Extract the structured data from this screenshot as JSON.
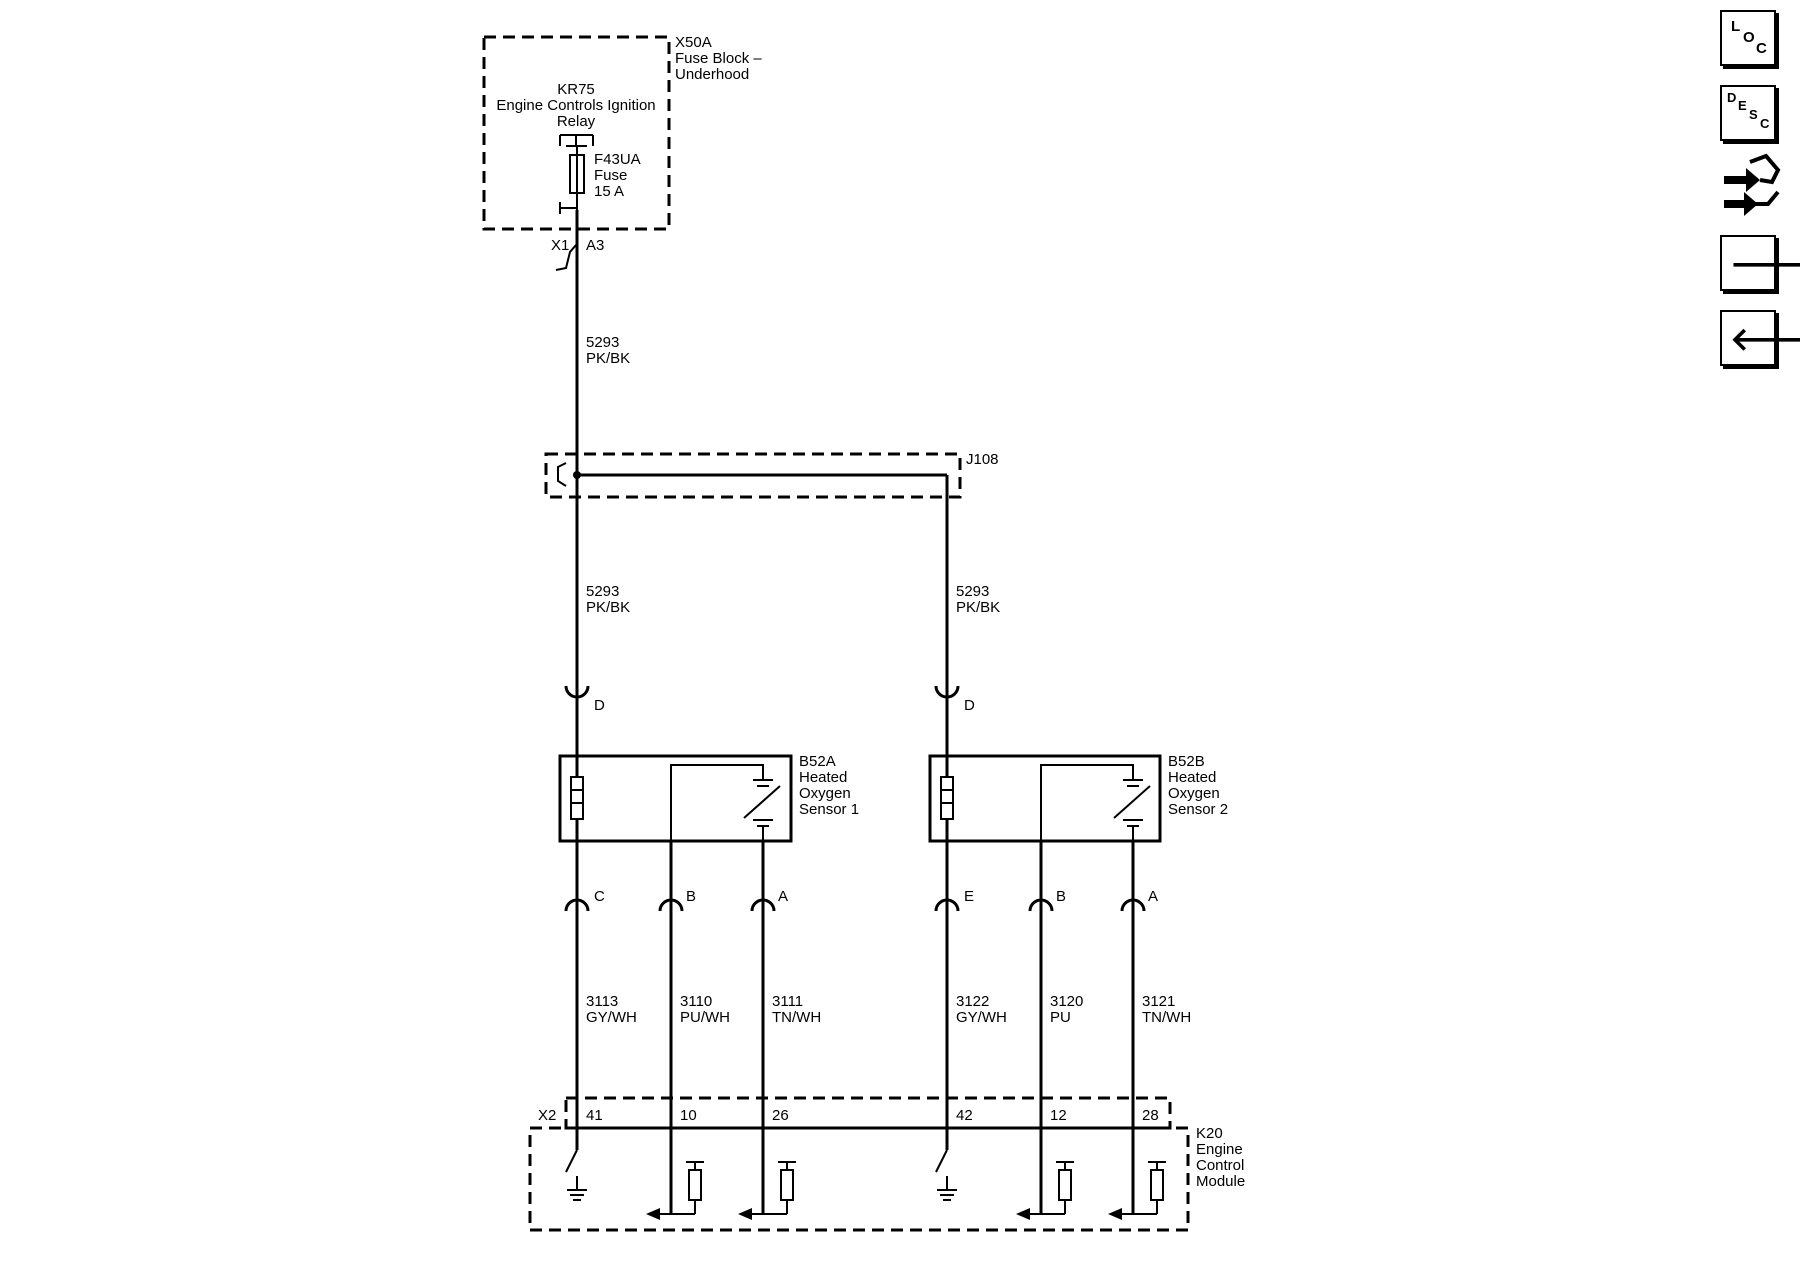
{
  "components": {
    "fuse_block": {
      "id": "X50A",
      "name_line1": "Fuse Block –",
      "name_line2": "Underhood"
    },
    "relay": {
      "id": "KR75",
      "name_line1": "Engine Controls Ignition",
      "name_line2": "Relay"
    },
    "fuse": {
      "id": "F43UA",
      "line2": "Fuse",
      "line3": "15 A"
    },
    "connector_x1": {
      "id": "X1",
      "pin": "A3"
    },
    "splice": {
      "id": "J108"
    },
    "sensor1": {
      "id": "B52A",
      "line1": "Heated",
      "line2": "Oxygen",
      "line3": "Sensor 1"
    },
    "sensor2": {
      "id": "B52B",
      "line1": "Heated",
      "line2": "Oxygen",
      "line3": "Sensor 2"
    },
    "ecm": {
      "id": "K20",
      "line1": "Engine",
      "line2": "Control",
      "line3": "Module",
      "connector": "X2"
    }
  },
  "wires": {
    "feed": {
      "circuit": "5293",
      "color": "PK/BK"
    },
    "branch1": {
      "circuit": "5293",
      "color": "PK/BK"
    },
    "branch2": {
      "circuit": "5293",
      "color": "PK/BK"
    },
    "s1_c": {
      "circuit": "3113",
      "color": "GY/WH"
    },
    "s1_b": {
      "circuit": "3110",
      "color": "PU/WH"
    },
    "s1_a": {
      "circuit": "3111",
      "color": "TN/WH"
    },
    "s2_e": {
      "circuit": "3122",
      "color": "GY/WH"
    },
    "s2_b": {
      "circuit": "3120",
      "color": "PU"
    },
    "s2_a": {
      "circuit": "3121",
      "color": "TN/WH"
    }
  },
  "pins": {
    "s1_top": "D",
    "s2_top": "D",
    "s1_c": "C",
    "s1_b": "B",
    "s1_a": "A",
    "s2_e": "E",
    "s2_b": "B",
    "s2_a": "A",
    "ecm_41": "41",
    "ecm_10": "10",
    "ecm_26": "26",
    "ecm_42": "42",
    "ecm_12": "12",
    "ecm_28": "28"
  },
  "nav": {
    "loc": {
      "l1": "L",
      "l2": "O",
      "l3": "C"
    },
    "desc": {
      "l1": "D",
      "l2": "E",
      "l3": "S",
      "l4": "C"
    },
    "next_arrow": "🡒",
    "prev_arrow": "🡐"
  }
}
